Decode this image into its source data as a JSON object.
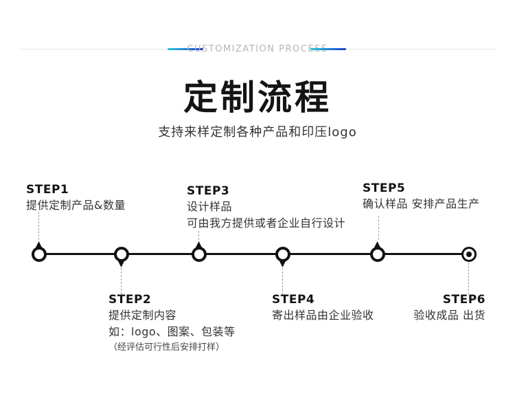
{
  "header": {
    "eyebrow": "CUSTOMIZATION PROCESS"
  },
  "title": "定制流程",
  "subtitle": "支持来样定制各种产品和印压logo",
  "colors": {
    "accent_gradient_start": "#2cc8da",
    "accent_gradient_end": "#1c3ed0",
    "timeline_line": "#111111",
    "eyebrow_text": "#b5b5b5",
    "body_text": "#333333",
    "dashed_connector": "#9c9c9c",
    "background": "#ffffff"
  },
  "steps": [
    {
      "label": "STEP1",
      "position": "above",
      "lines": [
        "提供定制产品&数量"
      ]
    },
    {
      "label": "STEP2",
      "position": "below",
      "lines": [
        "提供定制内容",
        "如：logo、图案、包装等"
      ],
      "note": "（经评估可行性后安排打样）"
    },
    {
      "label": "STEP3",
      "position": "above",
      "lines": [
        "设计样品",
        "可由我方提供或者企业自行设计"
      ]
    },
    {
      "label": "STEP4",
      "position": "below",
      "lines": [
        "寄出样品由企业验收"
      ]
    },
    {
      "label": "STEP5",
      "position": "above",
      "lines": [
        "确认样品 安排产品生产"
      ]
    },
    {
      "label": "STEP6",
      "position": "below",
      "lines": [
        "验收成品 出货"
      ]
    }
  ]
}
